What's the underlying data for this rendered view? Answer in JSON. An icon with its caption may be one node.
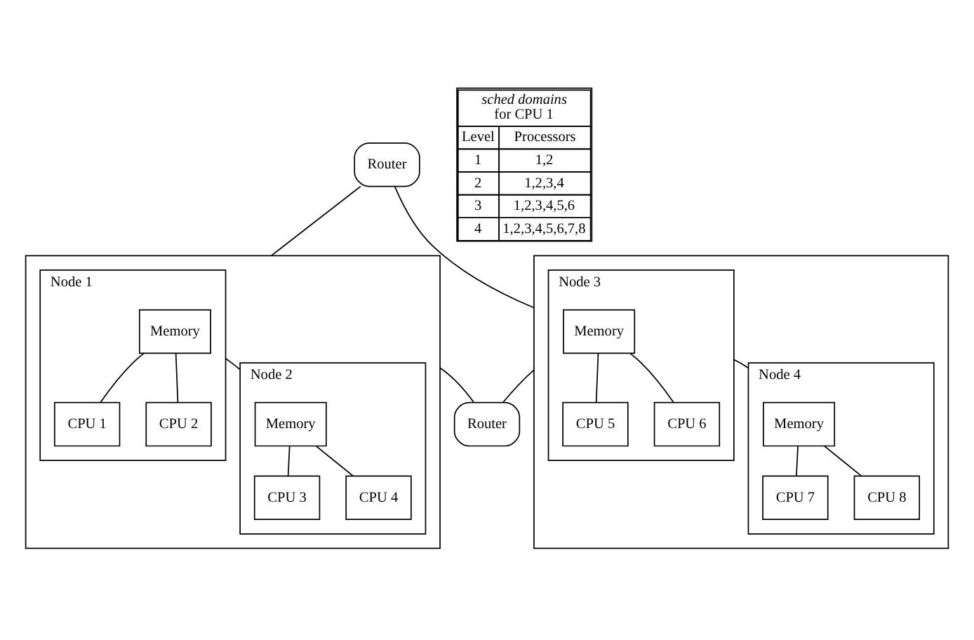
{
  "diagram": {
    "nodes": [
      {
        "text": [
          "Router"
        ]
      },
      {
        "text": [],
        "shape": "box"
      },
      {
        "text": [
          "Node 1"
        ],
        "in": 1
      },
      {
        "text": [
          "Memory"
        ],
        "in": 2
      },
      {
        "text": [
          "CPU 1"
        ],
        "in": 2
      },
      {
        "text": [
          "CPU 2"
        ],
        "in": 2
      },
      {
        "text": [
          "Node 2"
        ],
        "in": 1
      },
      {
        "text": [
          "Memory"
        ],
        "in": 6
      },
      {
        "text": [
          "CPU 3"
        ],
        "in": 6
      },
      {
        "text": [
          "CPU 4"
        ],
        "in": 6
      },
      {
        "text": [],
        "shape": "box"
      },
      {
        "text": [
          "Node 3"
        ],
        "in": 10
      },
      {
        "text": [
          "Memory"
        ],
        "in": 11
      },
      {
        "text": [
          "CPU 5"
        ],
        "in": 11
      },
      {
        "text": [
          "CPU 6"
        ],
        "in": 11
      },
      {
        "text": [
          "Node 4"
        ],
        "in": 10
      },
      {
        "text": [
          "Memory"
        ],
        "in": 15
      },
      {
        "text": [
          "CPU 7"
        ],
        "in": 15
      },
      {
        "text": [
          "CPU 8"
        ],
        "in": 15
      },
      {
        "text": [
          "Router"
        ]
      }
    ],
    "edges": [
      {
        "from": 0,
        "to": 1,
        "arrow": "none"
      },
      {
        "from": 0,
        "to": 10,
        "arrow": "none"
      },
      {
        "from": 3,
        "to": 4,
        "arrow": "none"
      },
      {
        "from": 3,
        "to": 5,
        "arrow": "none"
      },
      {
        "from": 2,
        "to": 6,
        "arrow": "none"
      },
      {
        "from": 7,
        "to": 8,
        "arrow": "none"
      },
      {
        "from": 7,
        "to": 9,
        "arrow": "none"
      },
      {
        "from": 12,
        "to": 13,
        "arrow": "none"
      },
      {
        "from": 12,
        "to": 14,
        "arrow": "none"
      },
      {
        "from": 11,
        "to": 15,
        "arrow": "none"
      },
      {
        "from": 16,
        "to": 17,
        "arrow": "none"
      },
      {
        "from": 16,
        "to": 18,
        "arrow": "none"
      },
      {
        "from": 1,
        "to": 19,
        "arrow": "none"
      },
      {
        "from": 10,
        "to": 19,
        "arrow": "none"
      }
    ],
    "labels": [
      "*sched domains* for CPU 1",
      "Level",
      "Processors",
      "1",
      "1,2",
      "2",
      "1,2,3,4",
      "3",
      "1,2,3,4,5,6",
      "4",
      "1,2,3,4,5,6,7,8"
    ]
  }
}
